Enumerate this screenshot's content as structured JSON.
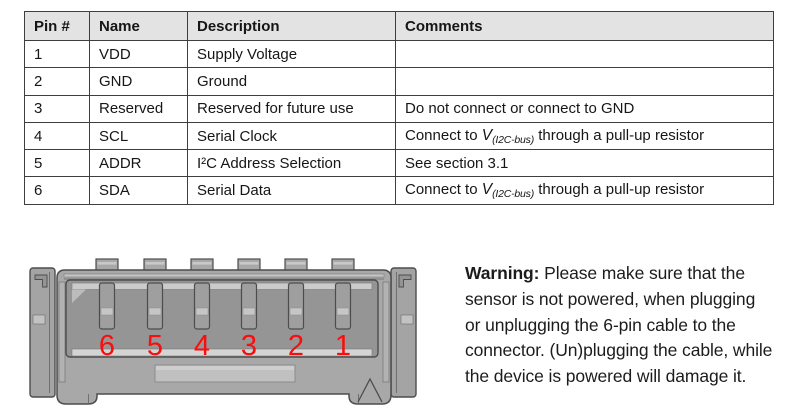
{
  "table": {
    "headers": [
      "Pin #",
      "Name",
      "Description",
      "Comments"
    ],
    "rows": [
      {
        "pin": "1",
        "name": "VDD",
        "desc": "Supply Voltage",
        "comment": ""
      },
      {
        "pin": "2",
        "name": "GND",
        "desc": "Ground",
        "comment": ""
      },
      {
        "pin": "3",
        "name": "Reserved",
        "desc": "Reserved for future use",
        "comment": "Do not connect or connect to GND"
      },
      {
        "pin": "4",
        "name": "SCL",
        "desc": "Serial Clock",
        "comment_pre": "Connect to ",
        "comment_v": "V",
        "comment_sub": "(I2C-bus)",
        "comment_post": " through a pull-up resistor"
      },
      {
        "pin": "5",
        "name": "ADDR",
        "desc": "I²C Address Selection",
        "comment": "See section 3.1"
      },
      {
        "pin": "6",
        "name": "SDA",
        "desc": "Serial Data",
        "comment_pre": "Connect to ",
        "comment_v": "V",
        "comment_sub": "(I2C-bus)",
        "comment_post": " through a pull-up resistor"
      }
    ]
  },
  "connector": {
    "pin_labels": [
      "6",
      "5",
      "4",
      "3",
      "2",
      "1"
    ],
    "pin_label_color": "#fb0d0d"
  },
  "warning": {
    "label": "Warning:",
    "lines": [
      " Please make sure that the",
      "sensor is not powered, when plugging",
      "or unplugging the 6-pin cable to the",
      "connector. (Un)plugging the cable, while",
      "the device is powered will damage it."
    ]
  },
  "colors": {
    "table_header_bg": "#e3e3e3",
    "table_border": "#3e3e3e",
    "connector_body_gray": "#a8a8a8",
    "connector_cavity_gray": "#959595",
    "connector_outline": "#4d4d4d",
    "highlight_gray": "#cbcbcb",
    "pin_number_red": "#fb0d0d"
  }
}
